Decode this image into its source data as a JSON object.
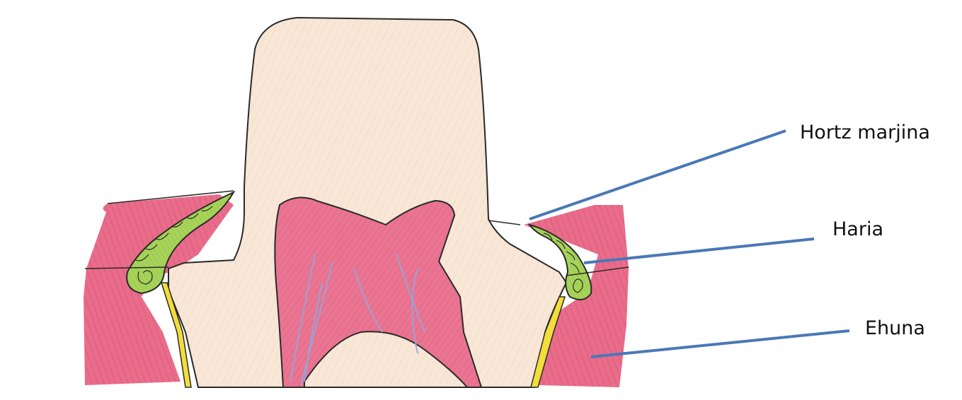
{
  "labels": {
    "enamel": "Hortz marjina",
    "thread": "Haria",
    "tissue": "Ehuna"
  },
  "colors": {
    "tooth": "#f7e4d3",
    "tissue": "#e4627f",
    "thread": "#9acd4c",
    "ligament": "#f2dd3a",
    "vessel": "#8fa9d8",
    "leader": "#4a78b8",
    "outline": "#2a2a2a"
  }
}
